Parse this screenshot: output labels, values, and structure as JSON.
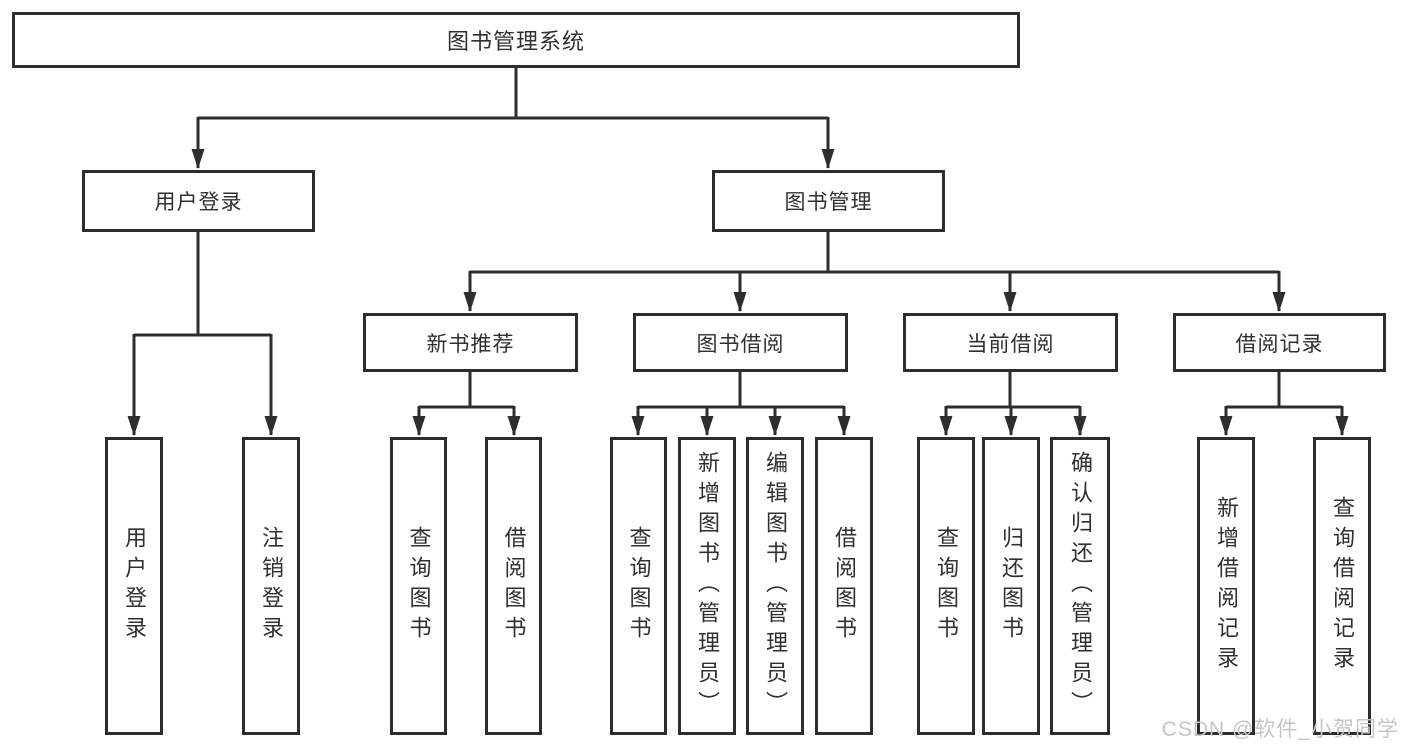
{
  "diagram": {
    "watermark": "CSDN @软件_小贺同学",
    "colors": {
      "line": "#2d2d2d",
      "box_border": "#2d2d2d",
      "box_fill": "#ffffff",
      "text": "#303030",
      "watermark": "#c6c6c6"
    },
    "tree": {
      "label": "图书管理系统",
      "children": [
        {
          "label": "用户登录",
          "children": [
            {
              "label": "用户登录"
            },
            {
              "label": "注销登录"
            }
          ]
        },
        {
          "label": "图书管理",
          "children": [
            {
              "label": "新书推荐",
              "children": [
                {
                  "label": "查询图书"
                },
                {
                  "label": "借阅图书"
                }
              ]
            },
            {
              "label": "图书借阅",
              "children": [
                {
                  "label": "查询图书"
                },
                {
                  "label": "新增图书（管理员）"
                },
                {
                  "label": "编辑图书（管理员）"
                },
                {
                  "label": "借阅图书"
                }
              ]
            },
            {
              "label": "当前借阅",
              "children": [
                {
                  "label": "查询图书"
                },
                {
                  "label": "归还图书"
                },
                {
                  "label": "确认归还（管理员）"
                }
              ]
            },
            {
              "label": "借阅记录",
              "children": [
                {
                  "label": "新增借阅记录"
                },
                {
                  "label": "查询借阅记录"
                }
              ]
            }
          ]
        }
      ]
    }
  }
}
